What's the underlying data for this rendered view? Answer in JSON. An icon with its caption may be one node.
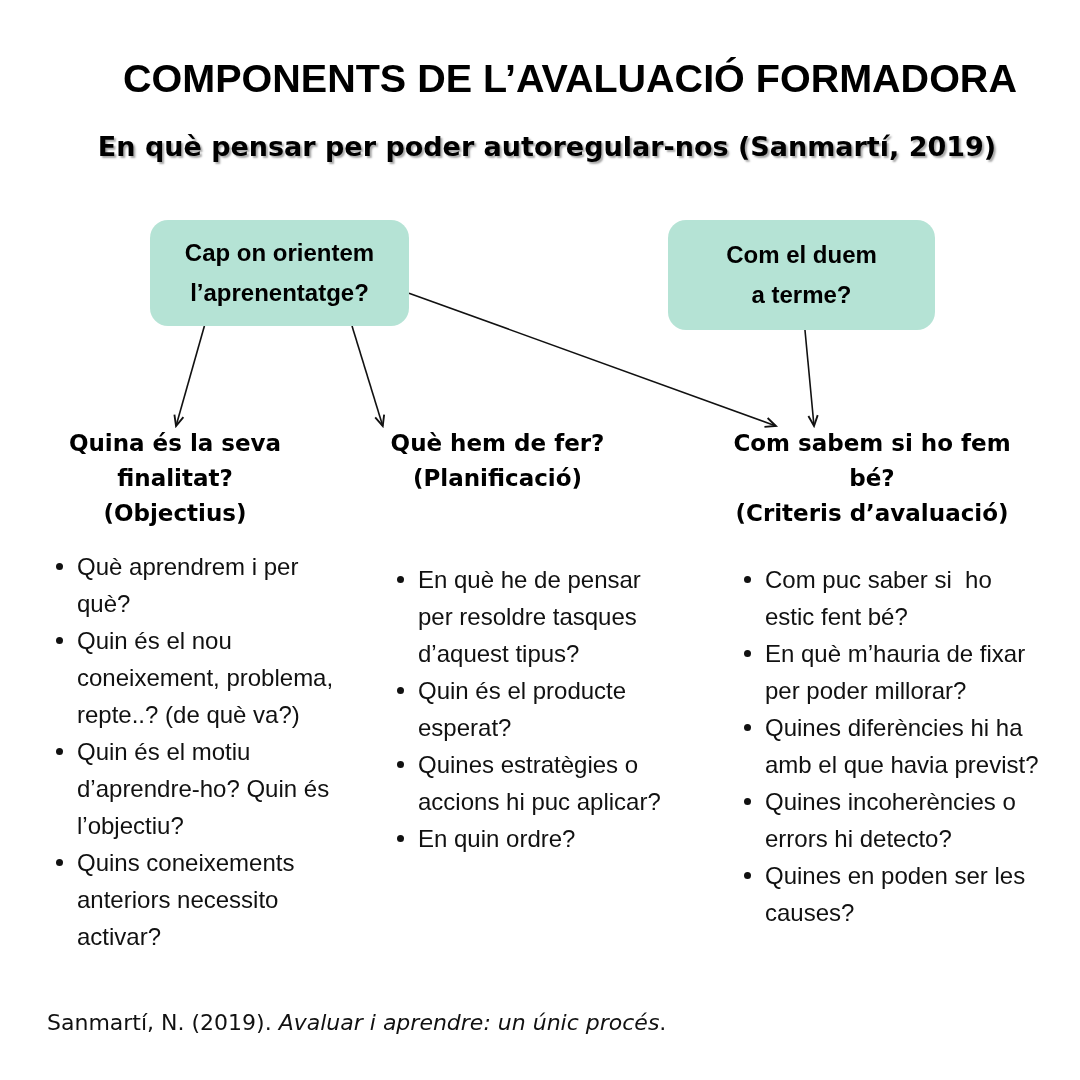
{
  "diagram": {
    "title": "COMPONENTS DE L’AVALUACIÓ FORMADORA",
    "nodes": [
      {
        "text": [
          "Cap on orientem l’aprenentatge?"
        ]
      },
      {
        "text": [
          "Com el duem a terme?"
        ]
      },
      {
        "text": [
          "Quina és la seva finalitat?",
          "(Objectius)"
        ],
        "beside": [
          "Què aprendrem i per què?",
          "Quin és el nou coneixement, problema, repte..? (de què va?)",
          "Quin és el motiu d’aprendre-ho? Quin és l’objectiu?",
          "Quins coneixements anteriors necessito activar?"
        ]
      },
      {
        "text": [
          "Què hem de fer?",
          "(Planificació)"
        ],
        "beside": [
          "En què he de pensar per resoldre tasques d’aquest tipus?",
          "Quin és el producte esperat?",
          "Quines estratègies o accions hi puc aplicar?",
          "En quin ordre?"
        ]
      },
      {
        "text": [
          "Com sabem si ho fem bé?",
          "(Criteris d’avaluació)"
        ],
        "beside": [
          "Com puc saber si  ho estic fent bé?",
          "En què m’hauria de fixar per poder millorar?",
          "Quines diferències hi ha amb el que havia previst?",
          "Quines incoherències o errors hi detecto?",
          "Quines en poden ser les causes?"
        ]
      }
    ],
    "edges": [
      {
        "from": 0,
        "to": 2,
        "arrow": "to"
      },
      {
        "from": 0,
        "to": 3,
        "arrow": "to"
      },
      {
        "from": 0,
        "to": 4,
        "arrow": "to"
      },
      {
        "from": 1,
        "to": 4,
        "arrow": "to"
      }
    ],
    "labels": [
      "En què pensar per poder autoregular-nos (Sanmartí, 2019)",
      "Sanmartí, N. (2019). *Avaluar i aprendre: un únic procés*."
    ]
  }
}
